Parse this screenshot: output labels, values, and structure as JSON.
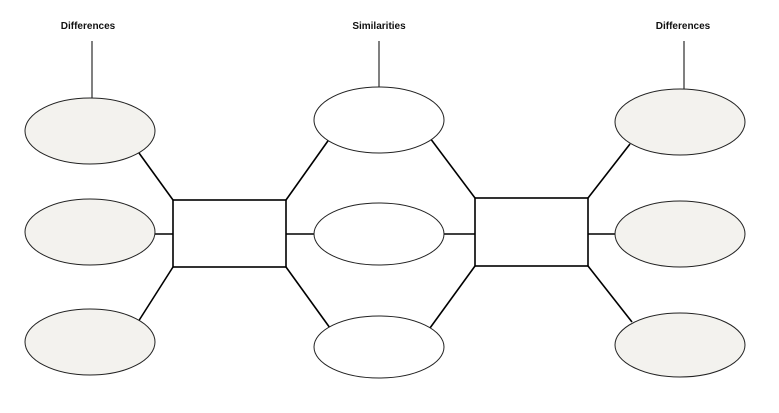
{
  "labels": {
    "left": "Differences",
    "center": "Similarities",
    "right": "Differences"
  },
  "colors": {
    "side_ellipse_fill": "#f3f2ee",
    "center_ellipse_fill": "#ffffff",
    "stroke": "#000000"
  }
}
